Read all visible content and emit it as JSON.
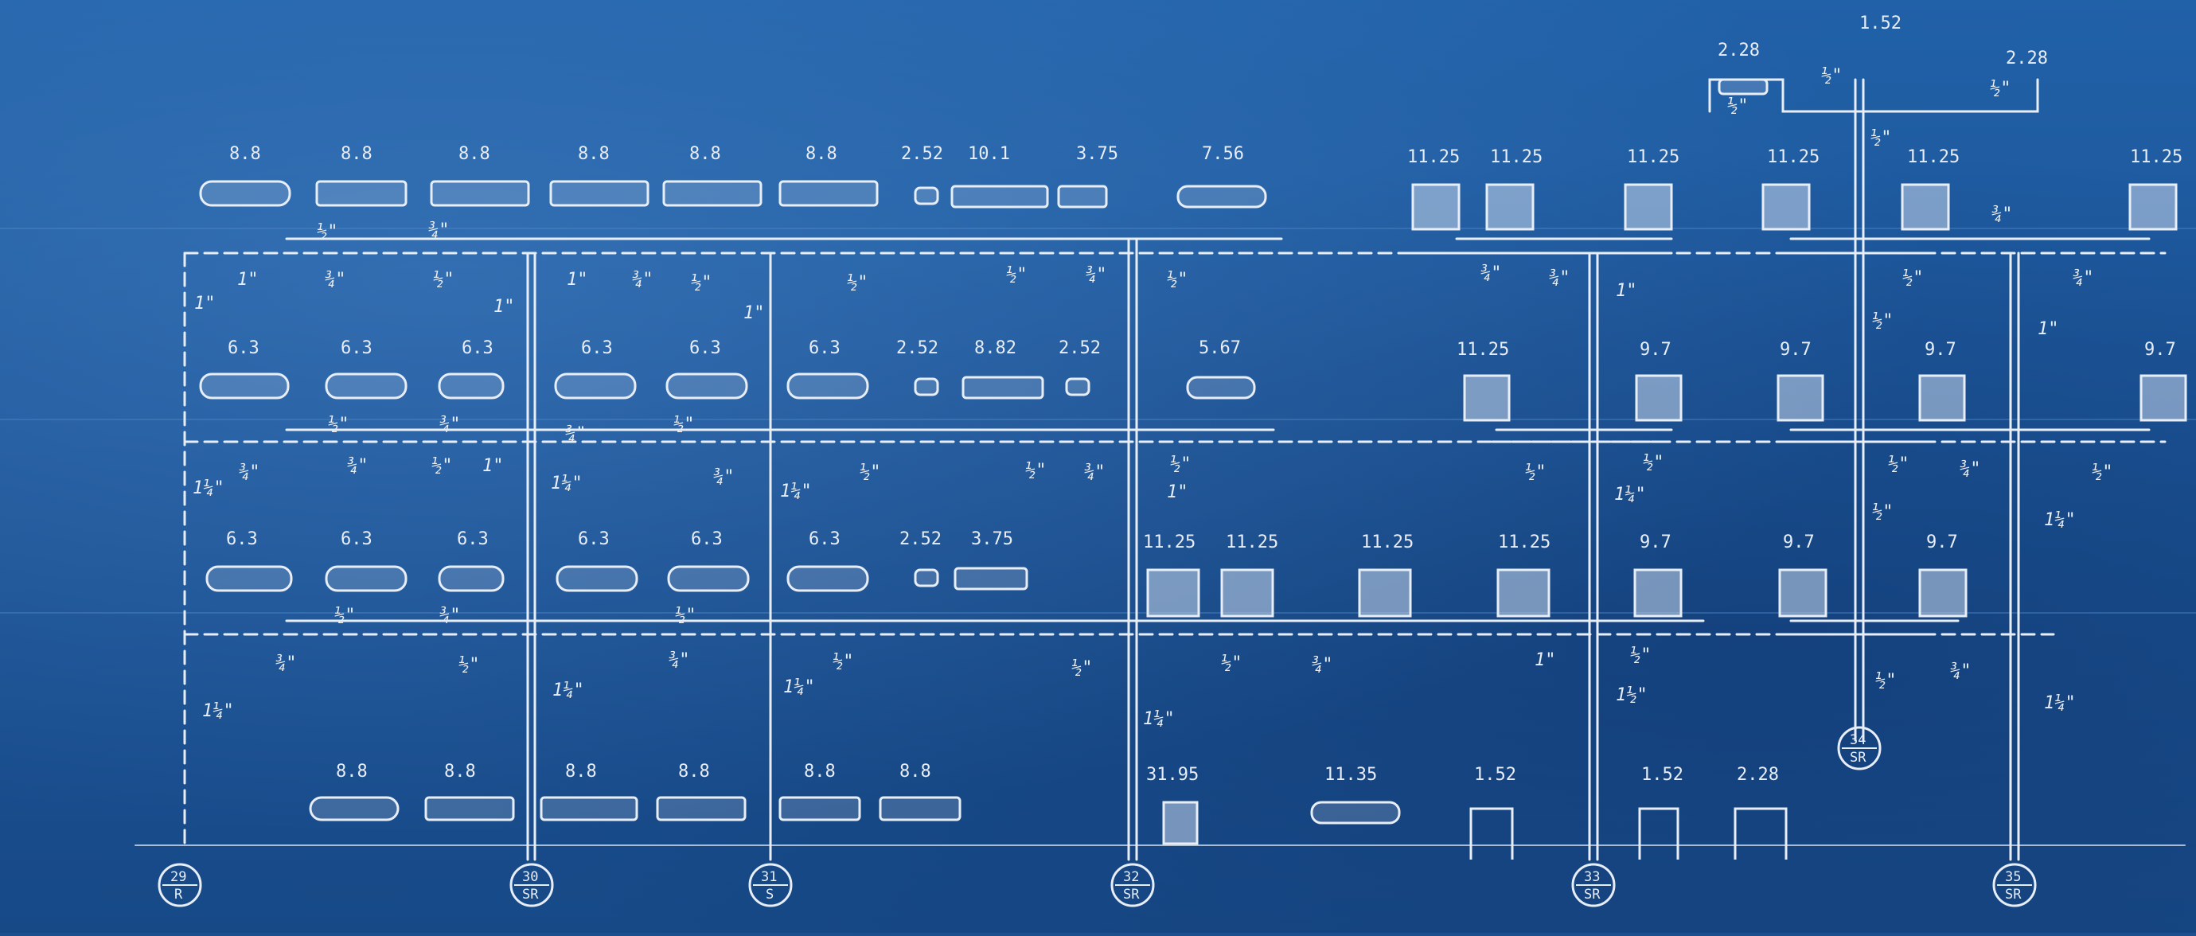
{
  "colors": {
    "paper": "#1b4f8e",
    "ink": "#e8eef7"
  },
  "ratings": {
    "r1": [
      "8.8",
      "8.8",
      "8.8",
      "8.8",
      "8.8",
      "8.8",
      "2.52",
      "10.1",
      "3.75",
      "7.56",
      "11.25",
      "11.25",
      "11.25",
      "11.25",
      "11.25",
      "11.25"
    ],
    "r2": [
      "6.3",
      "6.3",
      "6.3",
      "6.3",
      "6.3",
      "6.3",
      "2.52",
      "8.82",
      "2.52",
      "5.67",
      "11.25",
      "9.7",
      "9.7",
      "9.7",
      "9.7"
    ],
    "r3": [
      "6.3",
      "6.3",
      "6.3",
      "6.3",
      "6.3",
      "6.3",
      "2.52",
      "3.75",
      "11.25",
      "11.25",
      "11.25",
      "11.25",
      "9.7",
      "9.7",
      "9.7"
    ],
    "r4": [
      "8.8",
      "8.8",
      "8.8",
      "8.8",
      "8.8",
      "8.8",
      "31.95",
      "11.35",
      "1.52",
      "1.52",
      "2.28"
    ],
    "top": [
      "2.28",
      "1.52",
      "2.28"
    ]
  },
  "pipes": {
    "half": "½\"",
    "three_q": "¾\"",
    "one": "1\"",
    "one_q": "1¼\"",
    "one_half": "1½\""
  },
  "risers": [
    {
      "num": "29",
      "sub": "R"
    },
    {
      "num": "30",
      "sub": "SR"
    },
    {
      "num": "31",
      "sub": "S"
    },
    {
      "num": "32",
      "sub": "SR"
    },
    {
      "num": "33",
      "sub": "SR"
    },
    {
      "num": "34",
      "sub": "SR"
    },
    {
      "num": "35",
      "sub": "SR"
    }
  ]
}
